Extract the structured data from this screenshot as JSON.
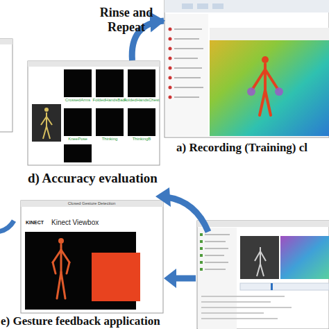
{
  "diagram": {
    "nodes": [
      {
        "text": [
          "a) Recording (Training) cl"
        ]
      },
      {
        "text": [
          "d) Accuracy evaluation"
        ]
      },
      {
        "text": [
          "e) Gesture feedback application"
        ]
      }
    ],
    "edges": [
      {
        "from": 1,
        "to": 0,
        "arrow": "to",
        "label": "Rinse and Repeat"
      }
    ],
    "labels": [
      "CrossedArms",
      "FoldedHandsBack",
      "FoldedHandsChest",
      "KneePose",
      "Thinking",
      "ThinkingB",
      "Kinect Viewbox",
      "KINECT",
      "Closed Gesture Detection"
    ]
  }
}
